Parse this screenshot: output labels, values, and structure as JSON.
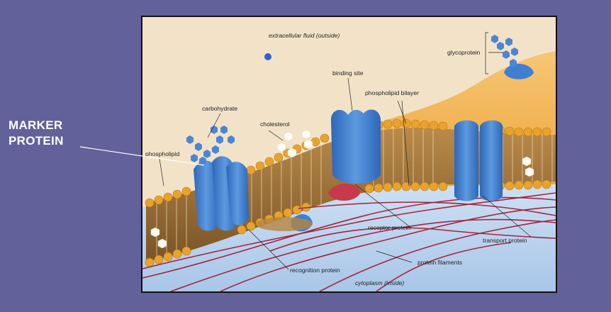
{
  "slide": {
    "marker_label_line1": "MARKER",
    "marker_label_line2": "PROTEIN"
  },
  "figure": {
    "labels": {
      "extracellular": "extracellular fluid (outside)",
      "glycoprotein": "glycoprotein",
      "binding_site": "binding site",
      "phospholipid_bilayer": "phospholipid bilayer",
      "carbohydrate": "carbohydrate",
      "cholesterol": "cholesterol",
      "phospholipid": "phospholipid",
      "receptor_protein": "receptor protein",
      "transport_protein": "transport protein",
      "protein_filaments": "protein filaments",
      "recognition_protein": "recognition protein",
      "cytoplasm": "cytoplasm (inside)"
    },
    "colors": {
      "slide_bg": "#63619a",
      "protein_blue": "#3f7fd0",
      "lipid_head": "#e8a32c",
      "filament": "#a3253f"
    }
  }
}
